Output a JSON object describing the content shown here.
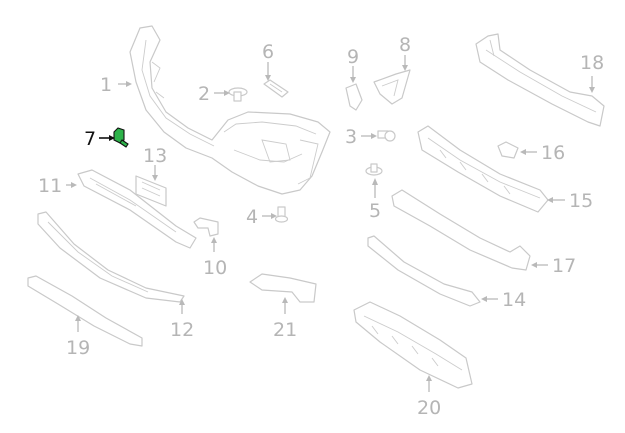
{
  "diagram": {
    "highlight_color": "#2db34a",
    "highlighted_callout": "7",
    "callouts": [
      {
        "id": "c1",
        "text": "1"
      },
      {
        "id": "c2",
        "text": "2"
      },
      {
        "id": "c3",
        "text": "3"
      },
      {
        "id": "c4",
        "text": "4"
      },
      {
        "id": "c5",
        "text": "5"
      },
      {
        "id": "c6",
        "text": "6"
      },
      {
        "id": "c7",
        "text": "7"
      },
      {
        "id": "c8",
        "text": "8"
      },
      {
        "id": "c9",
        "text": "9"
      },
      {
        "id": "c10",
        "text": "10"
      },
      {
        "id": "c11",
        "text": "11"
      },
      {
        "id": "c12",
        "text": "12"
      },
      {
        "id": "c13",
        "text": "13"
      },
      {
        "id": "c14",
        "text": "14"
      },
      {
        "id": "c15",
        "text": "15"
      },
      {
        "id": "c16",
        "text": "16"
      },
      {
        "id": "c17",
        "text": "17"
      },
      {
        "id": "c18",
        "text": "18"
      },
      {
        "id": "c19",
        "text": "19"
      },
      {
        "id": "c20",
        "text": "20"
      },
      {
        "id": "c21",
        "text": "21"
      }
    ]
  }
}
